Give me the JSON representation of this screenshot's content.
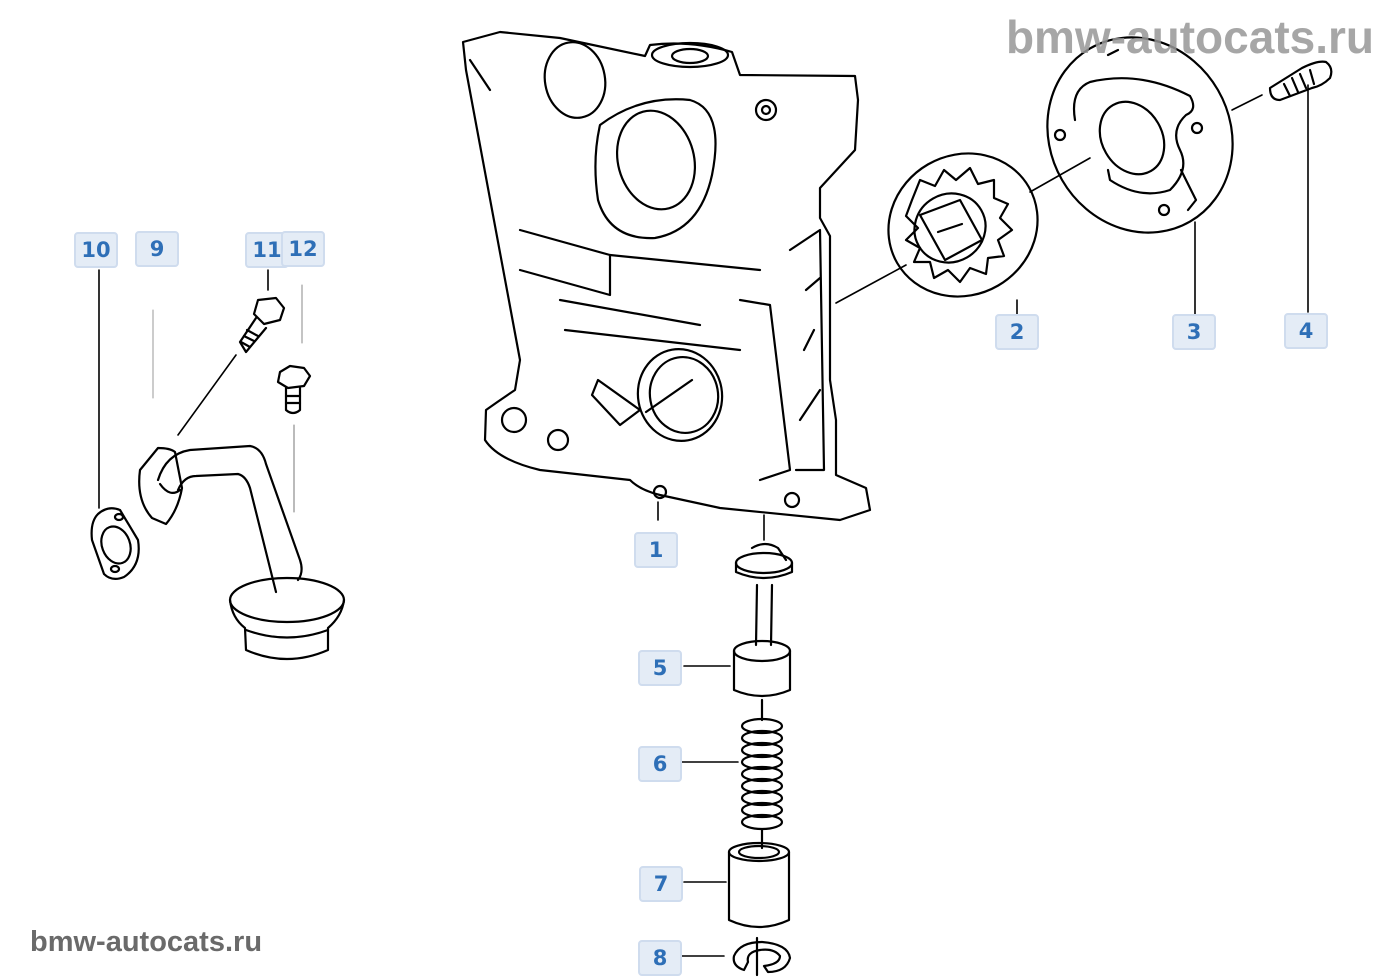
{
  "diagram": {
    "type": "exploded parts diagram",
    "line_color": "#000000",
    "callout_fill": "#e4ecf6",
    "callout_border": "#cfdcee",
    "callout_text_color": "#2e6fb7",
    "callouts": [
      {
        "id": "1",
        "label": "1",
        "part": "front-cover-housing"
      },
      {
        "id": "2",
        "label": "2",
        "part": "inner-rotor"
      },
      {
        "id": "3",
        "label": "3",
        "part": "pump-cover"
      },
      {
        "id": "4",
        "label": "4",
        "part": "screw"
      },
      {
        "id": "5",
        "label": "5",
        "part": "relief-piston"
      },
      {
        "id": "6",
        "label": "6",
        "part": "compression-spring"
      },
      {
        "id": "7",
        "label": "7",
        "part": "sleeve"
      },
      {
        "id": "8",
        "label": "8",
        "part": "circlip"
      },
      {
        "id": "9",
        "label": "9",
        "part": "suction-pipe"
      },
      {
        "id": "10",
        "label": "10",
        "part": "gasket"
      },
      {
        "id": "11",
        "label": "11",
        "part": "hex-bolt-long"
      },
      {
        "id": "12",
        "label": "12",
        "part": "hex-bolt-short"
      }
    ]
  },
  "watermarks": {
    "top": "bmw-autocats.ru",
    "bottom": "bmw-autocats.ru"
  }
}
